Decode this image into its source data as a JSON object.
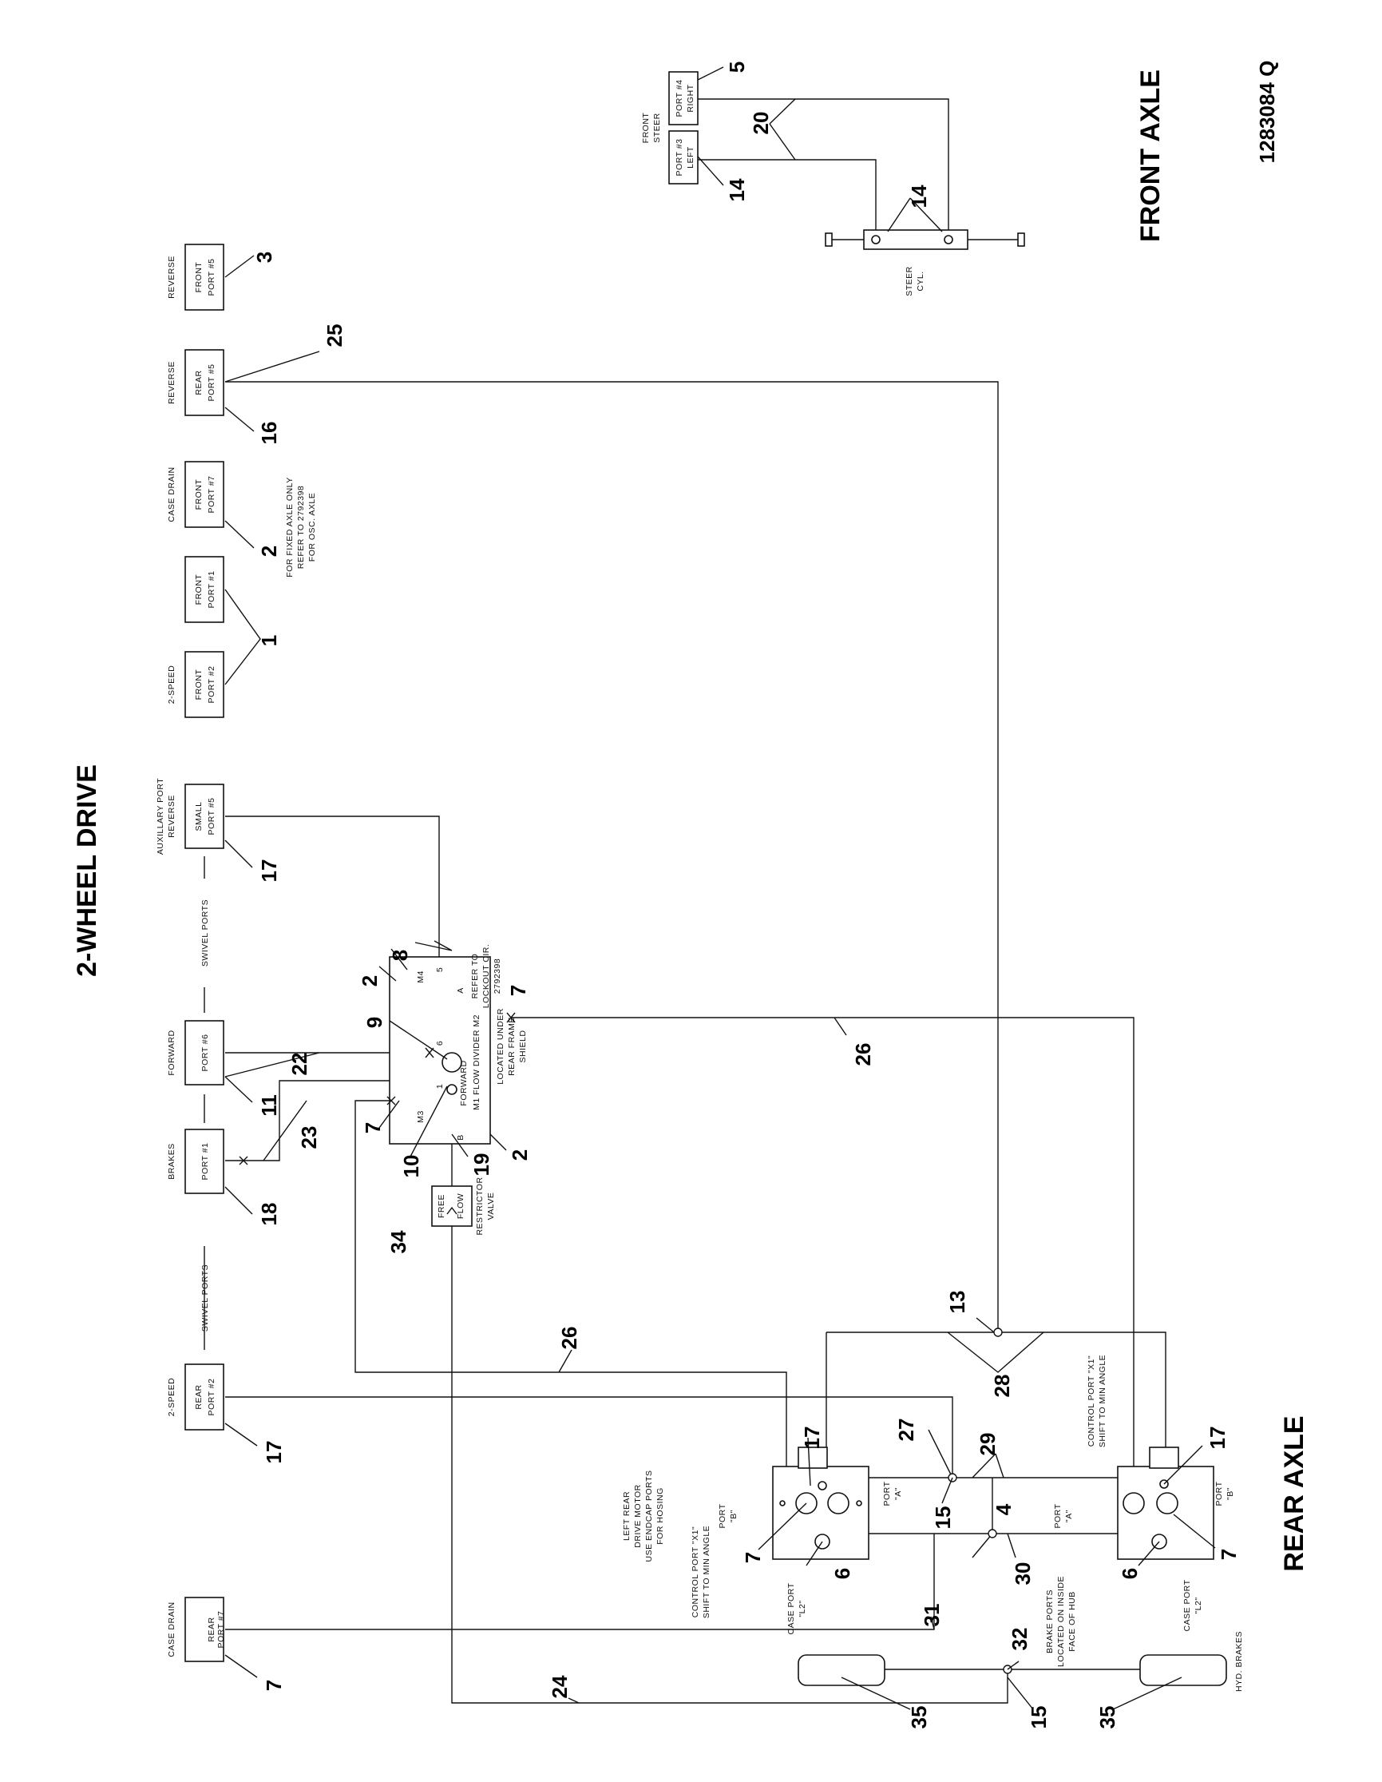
{
  "titles": {
    "two_wheel_drive": "2-WHEEL DRIVE",
    "front_axle": "FRONT AXLE",
    "rear_axle": "REAR AXLE",
    "drawing_number": "1283084 Q"
  },
  "swivel": {
    "case_drain_rear": [
      "CASE DRAIN",
      "REAR",
      "PORT #7"
    ],
    "two_speed_rear": [
      "2-SPEED",
      "REAR",
      "PORT #2"
    ],
    "brakes": [
      "BRAKES",
      "PORT #1"
    ],
    "forward": [
      "FORWARD",
      "PORT #6"
    ],
    "aux_reverse": [
      "AUXILLARY PORT",
      "REVERSE",
      "SMALL",
      "PORT #5"
    ],
    "two_speed_front": [
      "2-SPEED",
      "FRONT",
      "PORT #2"
    ],
    "front_port1": [
      "FRONT",
      "PORT #1"
    ],
    "case_drain_front": [
      "CASE DRAIN",
      "FRONT",
      "PORT #7"
    ],
    "reverse_rear": [
      "REVERSE",
      "REAR",
      "PORT #5"
    ],
    "reverse_front": [
      "REVERSE",
      "FRONT",
      "PORT #5"
    ],
    "front_steer": [
      "FRONT",
      "STEER"
    ],
    "port3_left": [
      "PORT #3",
      "LEFT"
    ],
    "port4_right": [
      "PORT #4",
      "RIGHT"
    ],
    "swivel_ports": "SWIVEL PORTS"
  },
  "notes": {
    "fixed_axle": [
      "FOR FIXED AXLE ONLY",
      "REFER TO 2792398",
      "FOR OSC. AXLE"
    ],
    "steer_cyl": [
      "STEER",
      "CYL."
    ],
    "lockout": [
      "REFER TO",
      "LOCKOUT CIR.",
      "2792398"
    ],
    "divider": [
      "LOCATED UNDER",
      "REAR FRAME",
      "SHIELD"
    ],
    "divider_name": [
      "FORWARD",
      "M1 FLOW DIVIDER M2"
    ],
    "restrictor": [
      "RESTRICTOR",
      "VALVE"
    ],
    "free_flow": [
      "FREE",
      "FLOW"
    ],
    "left_motor": [
      "LEFT REAR",
      "DRIVE MOTOR",
      "USE ENDCAP PORTS",
      "FOR HOSING"
    ],
    "control_x1_left": [
      "CONTROL PORT \"X1\"",
      "SHIFT TO MIN ANGLE"
    ],
    "control_x1_right": [
      "CONTROL PORT \"X1\"",
      "SHIFT TO MIN ANGLE"
    ],
    "case_port_left": [
      "CASE PORT",
      "\"L2\""
    ],
    "case_port_right": [
      "CASE PORT",
      "\"L2\""
    ],
    "port_b_left": [
      "PORT",
      "\"B\""
    ],
    "port_a_left": [
      "PORT",
      "\"A\""
    ],
    "port_a_right": [
      "PORT",
      "\"A\""
    ],
    "port_b_right": [
      "PORT",
      "\"B\""
    ],
    "brake_ports": [
      "BRAKE PORTS",
      "LOCATED ON INSIDE",
      "FACE OF HUB"
    ],
    "hyd_brakes": "HYD. BRAKES",
    "divider_ports": {
      "m4": "M4",
      "m3": "M3",
      "a": "A",
      "b": "B",
      "p5": "5",
      "p6": "6",
      "p1": "1"
    }
  },
  "callouts": {
    "c1": "1",
    "c2a": "2",
    "c2b": "2",
    "c2c": "2",
    "c3": "3",
    "c4": "4",
    "c5": "5",
    "c6a": "6",
    "c6b": "6",
    "c7a": "7",
    "c7b": "7",
    "c7c": "7",
    "c7d": "7",
    "c7e": "7",
    "c8": "8",
    "c9": "9",
    "c10": "10",
    "c11": "11",
    "c13": "13",
    "c14a": "14",
    "c14b": "14",
    "c15a": "15",
    "c15b": "15",
    "c16": "16",
    "c17a": "17",
    "c17b": "17",
    "c17c": "17",
    "c17d": "17",
    "c18": "18",
    "c19": "19",
    "c20": "20",
    "c22": "22",
    "c23": "23",
    "c24": "24",
    "c25": "25",
    "c26a": "26",
    "c26b": "26",
    "c27": "27",
    "c28": "28",
    "c29": "29",
    "c30": "30",
    "c31": "31",
    "c32": "32",
    "c34": "34",
    "c35a": "35",
    "c35b": "35"
  }
}
